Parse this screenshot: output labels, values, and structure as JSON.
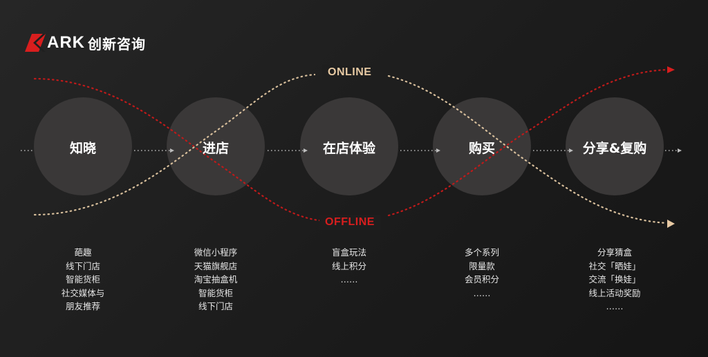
{
  "brand": {
    "name_en": "ARK",
    "name_cn": "创新咨询",
    "accent": "#d81e1e"
  },
  "channels": {
    "online": "ONLINE",
    "offline": "OFFLINE",
    "online_color": "#e7c9a3",
    "offline_color": "#d81e1e"
  },
  "stages": [
    {
      "label": "知晓",
      "items": [
        "葩趣",
        "线下门店",
        "智能货柜",
        "社交媒体与",
        "朋友推荐"
      ]
    },
    {
      "label": "进店",
      "items": [
        "微信小程序",
        "天猫旗舰店",
        "淘宝抽盒机",
        "智能货柜",
        "线下门店"
      ]
    },
    {
      "label": "在店体验",
      "items": [
        "盲盒玩法",
        "线上积分",
        "……"
      ]
    },
    {
      "label": "购买",
      "items": [
        "多个系列",
        "限量款",
        "会员积分",
        "……"
      ]
    },
    {
      "label": "分享&复购",
      "items": [
        "分享猜盒",
        "社交「晒娃」",
        "交流「换娃」",
        "线上活动奖励",
        "……"
      ]
    }
  ]
}
